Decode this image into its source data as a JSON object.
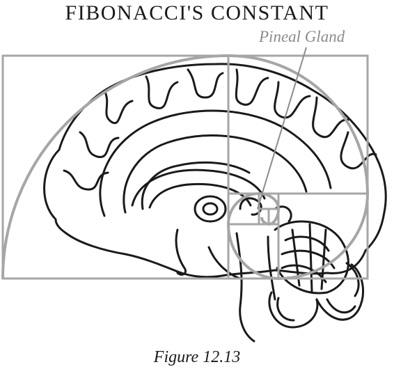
{
  "title": "FIBONACCI'S CONSTANT",
  "label": "Pineal Gland",
  "caption": "Figure 12.13",
  "colors": {
    "ink": "#1a1a1a",
    "spiral_grey": "#a6a6a6",
    "label_grey": "#8c8c8c"
  }
}
